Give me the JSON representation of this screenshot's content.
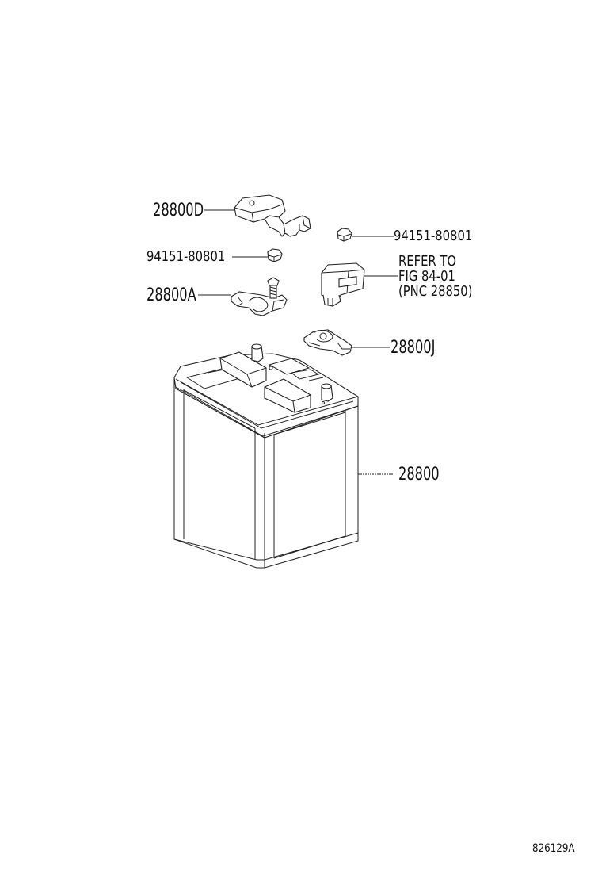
{
  "labels": {
    "terminal_cover": "28800D",
    "nut_right": "94151-80801",
    "nut_left": "94151-80801",
    "negative_clamp": "28800A",
    "positive_clamp": "28800J",
    "battery": "28800",
    "figure_id": "826129A"
  },
  "reference": {
    "line1": "REFER TO",
    "line2": "FIG 84-01",
    "line3": "(PNC 28850)"
  }
}
